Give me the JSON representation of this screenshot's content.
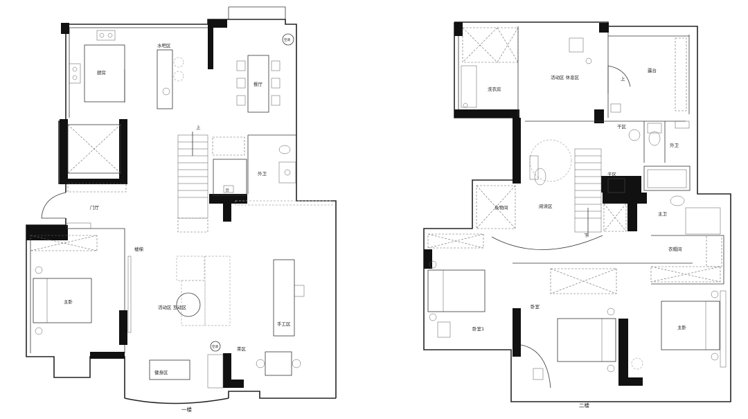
{
  "floor1": {
    "caption": "一楼",
    "rooms": {
      "kitchen": "厨房",
      "water_bar": "水吧区",
      "dining": "餐厅",
      "ac_top": "空调",
      "up": "上",
      "guest_bath": "外卫",
      "foyer": "门厅",
      "master_bed": "主卧",
      "stair_area": "楼梯",
      "activity": "活动区 互动区",
      "craft": "手工区",
      "ac_bottom": "空调",
      "tea": "茶区",
      "gym": "健身区",
      "small_mark": "回"
    }
  },
  "floor2": {
    "caption": "二楼",
    "rooms": {
      "laundry": "洗衣房",
      "leisure": "活动区 休息区",
      "terrace": "露台",
      "up": "上",
      "dry1": "干区",
      "outer_bath": "外卫",
      "dry2": "干区",
      "storage": "杂物间",
      "reading": "阅读区",
      "master_bath": "主卫",
      "down": "下",
      "wardrobe": "衣帽间",
      "bedroom1": "卧室1",
      "bedroom": "卧室",
      "master_bed": "主卧"
    }
  }
}
